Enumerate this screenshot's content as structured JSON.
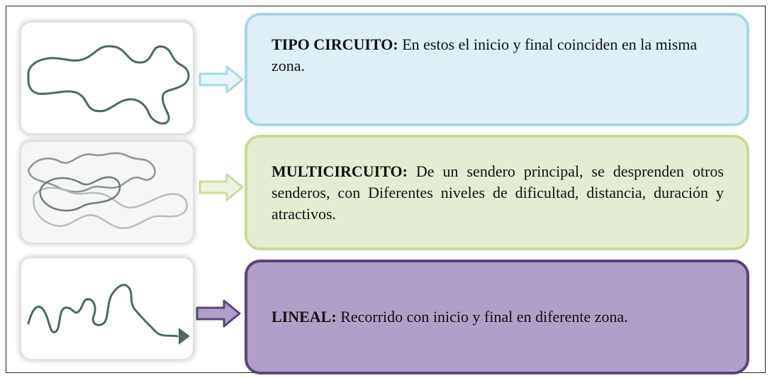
{
  "items": [
    {
      "title": "TIPO CIRCUITO:",
      "text": " En estos el inicio y final coinciden en la misma zona.",
      "icon": "closed-loop-trail-icon"
    },
    {
      "title": "MULTICIRCUITO:",
      "text": " De un sendero principal, se desprenden otros senderos, con Diferentes niveles de dificultad, distancia, duración y atractivos.",
      "icon": "multi-loop-trail-icon"
    },
    {
      "title": "LINEAL:",
      "text": " Recorrido con inicio y final en diferente zona.",
      "icon": "linear-trail-icon"
    }
  ],
  "colors": {
    "circuit_fill": "#def0f5",
    "circuit_border": "#a6d7e6",
    "multi_fill": "#e4ecd1",
    "multi_border": "#c8db9c",
    "linear_fill": "#b09fc8",
    "linear_border": "#5b4378",
    "trail_line": "#4a6b5e"
  }
}
